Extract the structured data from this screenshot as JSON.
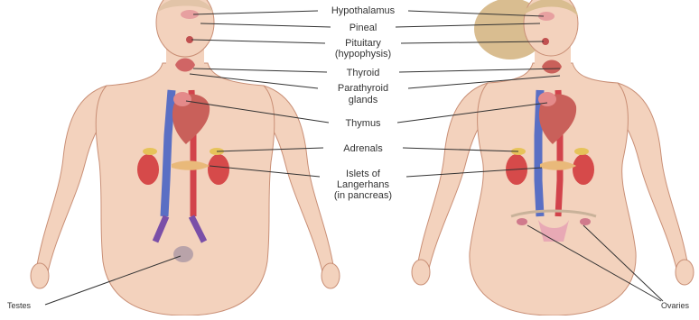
{
  "labels": {
    "hypothalamus": "Hypothalamus",
    "pineal": "Pineal",
    "pituitary_l1": "Pituitary",
    "pituitary_l2": "(hypophysis)",
    "thyroid": "Thyroid",
    "parathyroid_l1": "Parathyroid",
    "parathyroid_l2": "glands",
    "thymus": "Thymus",
    "adrenals": "Adrenals",
    "islets_l1": "Islets of",
    "islets_l2": "Langerhans",
    "islets_l3": "(in pancreas)",
    "testes": "Testes",
    "ovaries": "Ovaries"
  },
  "colors": {
    "skin": "#f3d2bd",
    "skin_outline": "#c98f76",
    "hair": "#d9bd90",
    "kidney": "#d64a4a",
    "heart": "#c9605a",
    "vein": "#5a6fc4",
    "artery": "#d2434b",
    "leader_line": "#333333",
    "label_box": "#ffffff"
  },
  "icons": {
    "male_figure": "male-body-figure",
    "female_figure": "female-body-figure"
  }
}
